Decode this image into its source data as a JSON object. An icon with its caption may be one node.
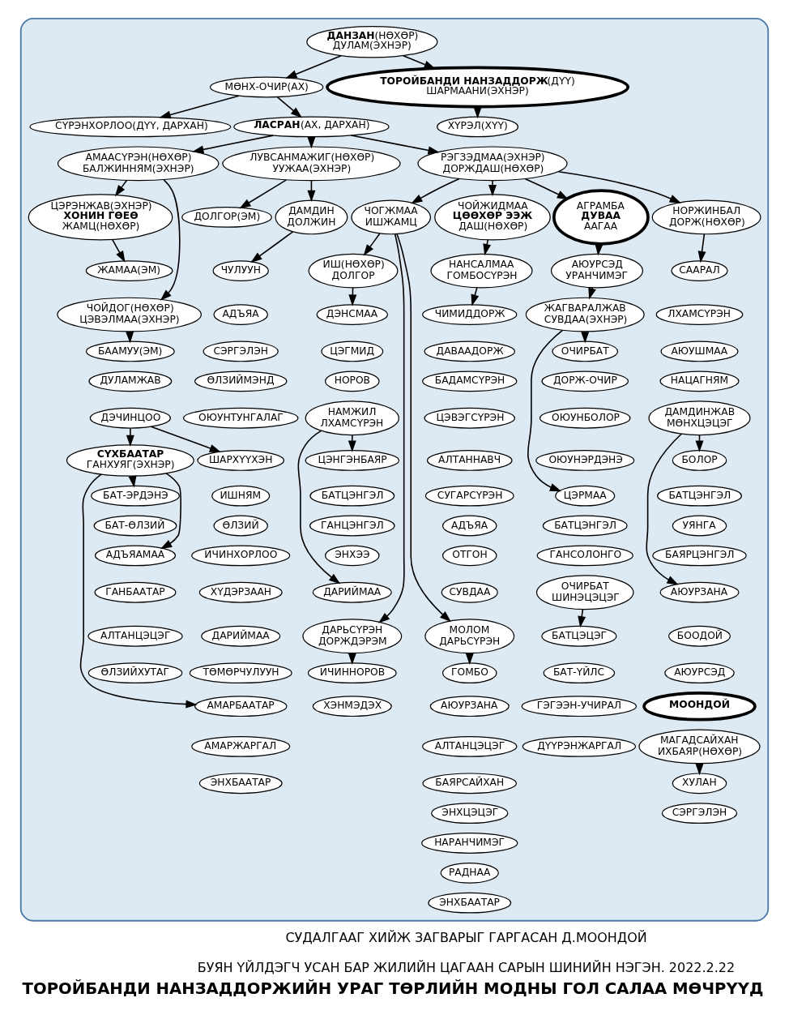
{
  "diagram": {
    "title": "ТОРОЙБАНДИ НАНЗАДДОРЖИЙН УРАГ ТӨРЛИЙН МОДНЫ ГОЛ САЛАА МӨЧРҮҮД",
    "nodes": [
      {
        "text": [],
        "shape": "cloud"
      },
      {
        "text": [
          "**ДАНЗАН**(НӨХӨР)",
          "ДУЛАМ(ЭХНЭР)"
        ],
        "in": 0
      },
      {
        "text": [
          "МӨНХ-ОЧИР(АХ)"
        ],
        "in": 0
      },
      {
        "text": [
          "**ТОРОЙБАНДИ НАНЗАДДОРЖ**(ДҮҮ)",
          "ШАРМААНИ(ЭХНЭР)"
        ],
        "in": 0
      },
      {
        "text": [
          "**ЛАСРАН**(АХ, ДАРХАН)"
        ],
        "in": 0
      },
      {
        "text": [
          "СҮРЭНХОРЛОО(ДҮҮ, ДАРХАН)"
        ],
        "in": 0
      },
      {
        "text": [
          "ХҮРЭЛ(ХҮҮ)"
        ],
        "in": 0
      },
      {
        "text": [
          "АМААСҮРЭН(НӨХӨР)",
          "БАЛЖИННЯМ(ЭХНЭР)"
        ],
        "in": 0
      },
      {
        "text": [
          "ЛУВСАНМАЖИГ(НӨХӨР)",
          "УУЖАА(ЭХНЭР)"
        ],
        "in": 0
      },
      {
        "text": [
          "РЭГЗЭДМАА(ЭХНЭР)",
          "ДОРЖДАШ(НӨХӨР)"
        ],
        "in": 0
      },
      {
        "text": [
          "ЦЭРЭНЖАВ(ЭХНЭР)",
          "ХОНИН ГӨЕӨ",
          "ЖАМЦ(НӨХӨР)"
        ],
        "in": 0
      },
      {
        "text": [
          "ЖАМАА(ЭМ)"
        ],
        "in": 0
      },
      {
        "text": [
          "ЧОЙДОГ(НӨХӨР)",
          "ЦЭВЭЛМАА(ЭХНЭР)"
        ],
        "in": 0
      },
      {
        "text": [
          "БААМУУ(ЭМ)"
        ],
        "in": 0
      },
      {
        "text": [
          "ДУЛАМЖАВ"
        ],
        "in": 0
      },
      {
        "text": [
          "ДЭЧИНЦОО"
        ],
        "in": 0
      },
      {
        "text": [
          "ШАРХҮҮХЭН"
        ],
        "in": 0
      },
      {
        "text": [
          "ИШНЯМ"
        ],
        "in": 0
      },
      {
        "text": [
          "ӨЛЗИЙ"
        ],
        "in": 0
      },
      {
        "text": [
          "ИЧИНХОРЛОО"
        ],
        "in": 0
      },
      {
        "text": [
          "ХҮДЭРЗААН"
        ],
        "in": 0
      },
      {
        "text": [
          "ДАРИЙМАА"
        ],
        "in": 0
      },
      {
        "text": [
          "ТӨМӨРЧУЛУУН"
        ],
        "in": 0
      },
      {
        "text": [
          "СҮХБААТАР",
          "ГАНХУЯГ(ЭХНЭР)"
        ],
        "in": 0
      },
      {
        "text": [
          "БАТ-ЭРДЭНЭ"
        ],
        "in": 0
      },
      {
        "text": [
          "БАТ-ӨЛЗИЙ"
        ],
        "in": 0
      },
      {
        "text": [
          "АДЪЯАМАА"
        ],
        "in": 0
      },
      {
        "text": [
          "ГАНБААТАР"
        ],
        "in": 0
      },
      {
        "text": [
          "АЛТАНЦЭЦЭГ"
        ],
        "in": 0
      },
      {
        "text": [
          "ӨЛЗИЙХУТАГ"
        ],
        "in": 0
      },
      {
        "text": [
          "АМАРБААТАР"
        ],
        "in": 0
      },
      {
        "text": [
          "АМАРЖАРГАЛ"
        ],
        "in": 0
      },
      {
        "text": [
          "ЭНХБААТАР"
        ],
        "in": 0
      },
      {
        "text": [
          "ДОЛГОР(ЭМ)"
        ],
        "in": 0
      },
      {
        "text": [
          "ДАМДИН",
          "ДОЛЖИН"
        ],
        "in": 0
      },
      {
        "text": [
          "ЧУЛУУН"
        ],
        "in": 0
      },
      {
        "text": [
          "АДЪЯА"
        ],
        "in": 0
      },
      {
        "text": [
          "СЭРГЭЛЭН"
        ],
        "in": 0
      },
      {
        "text": [
          "ӨЛЗИЙМЭНД"
        ],
        "in": 0
      },
      {
        "text": [
          "ОЮУНТУНГАЛАГ"
        ],
        "in": 0
      },
      {
        "text": [
          "ЧОГЖМАА",
          "ИШЖАМЦ"
        ],
        "in": 0
      },
      {
        "text": [
          "ЧОЙЖИДМАА",
          "ЦӨӨХӨР ЭЭЖ",
          "ДАШ(НӨХӨР)"
        ],
        "in": 0
      },
      {
        "text": [
          "АГРАМБА",
          "ДУВАА",
          "ААГАА"
        ],
        "in": 0
      },
      {
        "text": [
          "НОРЖИНБАЛ",
          "ДОРЖ(НӨХӨР)"
        ],
        "in": 0
      },
      {
        "text": [
          "ИШ(НӨХӨР)",
          "ДОЛГОР"
        ],
        "in": 0
      },
      {
        "text": [
          "ДЭНСМАА"
        ],
        "in": 0
      },
      {
        "text": [
          "ЦЭГМИД"
        ],
        "in": 0
      },
      {
        "text": [
          "НОРОВ"
        ],
        "in": 0
      },
      {
        "text": [
          "НАМЖИЛ",
          "ЛХАМСҮРЭН"
        ],
        "in": 0
      },
      {
        "text": [
          "ЦЭНГЭНБАЯР"
        ],
        "in": 0
      },
      {
        "text": [
          "БАТЦЭНГЭЛ"
        ],
        "in": 0
      },
      {
        "text": [
          "ГАНЦЭНГЭЛ"
        ],
        "in": 0
      },
      {
        "text": [
          "ЭНХЭЭ"
        ],
        "in": 0
      },
      {
        "text": [
          "ДАРИЙМАА"
        ],
        "in": 0
      },
      {
        "text": [
          "ДАРЬСҮРЭН",
          "ДОРЖДЭРЭМ"
        ],
        "in": 0
      },
      {
        "text": [
          "ИЧИННОРОВ"
        ],
        "in": 0
      },
      {
        "text": [
          "ХЭНМЭДЭХ"
        ],
        "in": 0
      },
      {
        "text": [
          "МОЛОМ",
          "ДАРЬСҮРЭН"
        ],
        "in": 0
      },
      {
        "text": [
          "ГОМБО"
        ],
        "in": 0
      },
      {
        "text": [
          "АЮУРЗАНА"
        ],
        "in": 0
      },
      {
        "text": [
          "АЛТАНЦЭЦЭГ"
        ],
        "in": 0
      },
      {
        "text": [
          "БАЯРСАЙХАН"
        ],
        "in": 0
      },
      {
        "text": [
          "ЭНХЦЭЦЭГ"
        ],
        "in": 0
      },
      {
        "text": [
          "НАРАНЧИМЭГ"
        ],
        "in": 0
      },
      {
        "text": [
          "РАДНАА"
        ],
        "in": 0
      },
      {
        "text": [
          "ЭНХБААТАР"
        ],
        "in": 0
      },
      {
        "text": [
          "НАНСАЛМАА",
          "ГОМБОСҮРЭН"
        ],
        "in": 0
      },
      {
        "text": [
          "ЧИМИДДОРЖ"
        ],
        "in": 0
      },
      {
        "text": [
          "ДАВААДОРЖ"
        ],
        "in": 0
      },
      {
        "text": [
          "БАДАМСҮРЭН"
        ],
        "in": 0
      },
      {
        "text": [
          "ЦЭВЭГСҮРЭН"
        ],
        "in": 0
      },
      {
        "text": [
          "АЛТАННАВЧ"
        ],
        "in": 0
      },
      {
        "text": [
          "СУГАРСҮРЭН"
        ],
        "in": 0
      },
      {
        "text": [
          "АДЪЯА"
        ],
        "in": 0
      },
      {
        "text": [
          "ОТГОН"
        ],
        "in": 0
      },
      {
        "text": [
          "СУВДАА"
        ],
        "in": 0
      },
      {
        "text": [
          "АЮУРСЭД",
          "УРАНЧИМЭГ"
        ],
        "in": 0
      },
      {
        "text": [
          "ЖАГВАРАЛЖАВ",
          "СУВДАА(ЭХНЭР)"
        ],
        "in": 0
      },
      {
        "text": [
          "ОЧИРБАТ"
        ],
        "in": 0
      },
      {
        "text": [
          "ДОРЖ-ОЧИР"
        ],
        "in": 0
      },
      {
        "text": [
          "ОЮУНБОЛОР"
        ],
        "in": 0
      },
      {
        "text": [
          "ОЮУНЭРДЭНЭ"
        ],
        "in": 0
      },
      {
        "text": [
          "ЦЭРМАА"
        ],
        "in": 0
      },
      {
        "text": [
          "БАТЦЭНГЭЛ"
        ],
        "in": 0
      },
      {
        "text": [
          "ГАНСОЛОНГО"
        ],
        "in": 0
      },
      {
        "text": [
          "ОЧИРБАТ",
          "ШИНЭЦЭЦЭГ"
        ],
        "in": 0
      },
      {
        "text": [
          "БАТЦЭЦЭГ"
        ],
        "in": 0
      },
      {
        "text": [
          "БАТ-ҮЙЛС"
        ],
        "in": 0
      },
      {
        "text": [
          "ГЭГЭЭН-УЧИРАЛ"
        ],
        "in": 0
      },
      {
        "text": [
          "ДҮҮРЭНЖАРГАЛ"
        ],
        "in": 0
      },
      {
        "text": [
          "СААРАЛ"
        ],
        "in": 0
      },
      {
        "text": [
          "ЛХАМСҮРЭН"
        ],
        "in": 0
      },
      {
        "text": [
          "АЮУШМАА"
        ],
        "in": 0
      },
      {
        "text": [
          "НАЦАГНЯМ"
        ],
        "in": 0
      },
      {
        "text": [
          "ДАМДИНЖАВ",
          "МӨНХЦЭЦЭГ"
        ],
        "in": 0
      },
      {
        "text": [
          "БОЛОР"
        ],
        "in": 0
      },
      {
        "text": [
          "БАТЦЭНГЭЛ"
        ],
        "in": 0
      },
      {
        "text": [
          "УЯНГА"
        ],
        "in": 0
      },
      {
        "text": [
          "БАЯРЦЭНГЭЛ"
        ],
        "in": 0
      },
      {
        "text": [
          "АЮУРЗАНА"
        ],
        "in": 0
      },
      {
        "text": [
          "БООДОЙ"
        ],
        "in": 0
      },
      {
        "text": [
          "АЮУРСЭД"
        ],
        "in": 0
      },
      {
        "text": [
          "МООНДОЙ"
        ],
        "in": 0
      },
      {
        "text": [
          "МАГАДСАЙХАН",
          "ИХБАЯР(НӨХӨР)"
        ],
        "in": 0
      },
      {
        "text": [
          "ХУЛАН"
        ],
        "in": 0
      },
      {
        "text": [
          "СЭРГЭЛЭН"
        ],
        "in": 0
      }
    ],
    "edges": [
      {
        "from": 1,
        "to": 2,
        "arrow": "to"
      },
      {
        "from": 1,
        "to": 3,
        "arrow": "to"
      },
      {
        "from": 2,
        "to": 4,
        "arrow": "to"
      },
      {
        "from": 2,
        "to": 5,
        "arrow": "to"
      },
      {
        "from": 3,
        "to": 6,
        "arrow": "to"
      },
      {
        "from": 4,
        "to": 7,
        "arrow": "to"
      },
      {
        "from": 4,
        "to": 8,
        "arrow": "to"
      },
      {
        "from": 4,
        "to": 9,
        "arrow": "to"
      },
      {
        "from": 7,
        "to": 10,
        "arrow": "to"
      },
      {
        "from": 7,
        "to": 12,
        "arrow": "to"
      },
      {
        "from": 10,
        "to": 11,
        "arrow": "to"
      },
      {
        "from": 12,
        "to": 13,
        "arrow": "to"
      },
      {
        "from": 15,
        "to": 16,
        "arrow": "to"
      },
      {
        "from": 15,
        "to": 23,
        "arrow": "to"
      },
      {
        "from": 23,
        "to": 24,
        "arrow": "to"
      },
      {
        "from": 23,
        "to": 26,
        "arrow": "to"
      },
      {
        "from": 23,
        "to": 30,
        "arrow": "to"
      },
      {
        "from": 8,
        "to": 33,
        "arrow": "to"
      },
      {
        "from": 8,
        "to": 34,
        "arrow": "to"
      },
      {
        "from": 34,
        "to": 35,
        "arrow": "to"
      },
      {
        "from": 9,
        "to": 40,
        "arrow": "to"
      },
      {
        "from": 9,
        "to": 41,
        "arrow": "to"
      },
      {
        "from": 9,
        "to": 42,
        "arrow": "to"
      },
      {
        "from": 9,
        "to": 43,
        "arrow": "to"
      },
      {
        "from": 40,
        "to": 44,
        "arrow": "to"
      },
      {
        "from": 44,
        "to": 45,
        "arrow": "to"
      },
      {
        "from": 48,
        "to": 49,
        "arrow": "to"
      },
      {
        "from": 48,
        "to": 53,
        "arrow": "to"
      },
      {
        "from": 40,
        "to": 57,
        "arrow": "to"
      },
      {
        "from": 40,
        "to": 54,
        "arrow": "to"
      },
      {
        "from": 54,
        "to": 55,
        "arrow": "to"
      },
      {
        "from": 57,
        "to": 58,
        "arrow": "to"
      },
      {
        "from": 41,
        "to": 66,
        "arrow": "to"
      },
      {
        "from": 66,
        "to": 67,
        "arrow": "to"
      },
      {
        "from": 42,
        "to": 76,
        "arrow": "to"
      },
      {
        "from": 76,
        "to": 77,
        "arrow": "to"
      },
      {
        "from": 77,
        "to": 78,
        "arrow": "to"
      },
      {
        "from": 77,
        "to": 82,
        "arrow": "to"
      },
      {
        "from": 85,
        "to": 86,
        "arrow": "to"
      },
      {
        "from": 43,
        "to": 90,
        "arrow": "to"
      },
      {
        "from": 94,
        "to": 95,
        "arrow": "to"
      },
      {
        "from": 94,
        "to": 99,
        "arrow": "to"
      },
      {
        "from": 103,
        "to": 104,
        "arrow": "to"
      }
    ],
    "labels": [
      "СУДАЛГААГ ХИЙЖ ЗАГВАРЫГ ГАРГАСАН Д.МООНДОЙ",
      "БУЯН ҮЙЛДЭГЧ УСАН БАР ЖИЛИЙН ЦАГААН САРЫН ШИНИЙН НЭГЭН. 2022.2.22"
    ]
  }
}
